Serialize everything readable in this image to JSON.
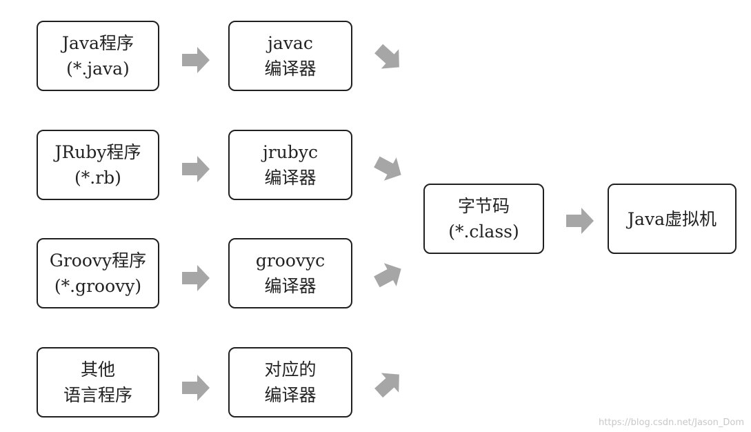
{
  "sources": [
    {
      "line1": "Java程序",
      "line2": "(*.java)"
    },
    {
      "line1": "JRuby程序",
      "line2": "(*.rb)"
    },
    {
      "line1": "Groovy程序",
      "line2": "(*.groovy)"
    },
    {
      "line1": "其他",
      "line2": "语言程序"
    }
  ],
  "compilers": [
    {
      "line1": "javac",
      "line2": "编译器"
    },
    {
      "line1": "jrubyc",
      "line2": "编译器"
    },
    {
      "line1": "groovyc",
      "line2": "编译器"
    },
    {
      "line1": "对应的",
      "line2": "编译器"
    }
  ],
  "bytecode": {
    "line1": "字节码",
    "line2": "(*.class)"
  },
  "jvm": {
    "label": "Java虚拟机"
  },
  "watermark": "https://blog.csdn.net/Jason_Dom",
  "colors": {
    "arrow": "#a6a6a6",
    "border": "#1f1f1f"
  }
}
